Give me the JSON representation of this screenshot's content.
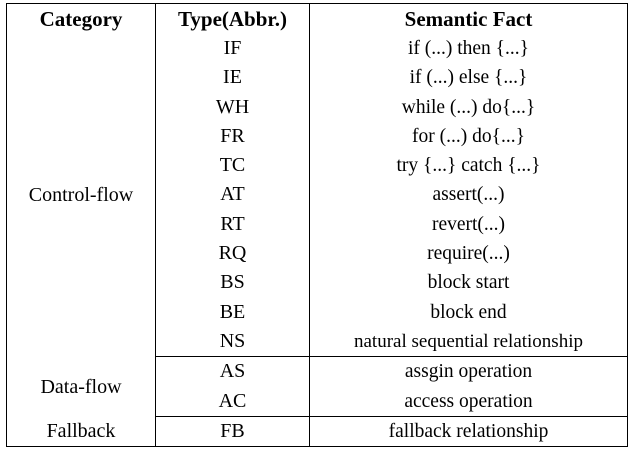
{
  "table": {
    "columns": [
      {
        "id": "category",
        "header": "Category"
      },
      {
        "id": "type",
        "header": "Type(Abbr.)"
      },
      {
        "id": "fact",
        "header": "Semantic Fact"
      }
    ],
    "groups": [
      {
        "category": "Control-flow",
        "rows": [
          {
            "type": "IF",
            "fact": "if (...) then {...}"
          },
          {
            "type": "IE",
            "fact": "if (...) else {...}"
          },
          {
            "type": "WH",
            "fact": "while (...) do{...}"
          },
          {
            "type": "FR",
            "fact": "for (...) do{...}"
          },
          {
            "type": "TC",
            "fact": "try {...} catch {...}"
          },
          {
            "type": "AT",
            "fact": "assert(...)"
          },
          {
            "type": "RT",
            "fact": "revert(...)"
          },
          {
            "type": "RQ",
            "fact": "require(...)"
          },
          {
            "type": "BS",
            "fact": "block start"
          },
          {
            "type": "BE",
            "fact": "block end"
          },
          {
            "type": "NS",
            "fact": "natural sequential relationship"
          }
        ]
      },
      {
        "category": "Data-flow",
        "rows": [
          {
            "type": "AS",
            "fact": "assgin operation"
          },
          {
            "type": "AC",
            "fact": "access operation"
          }
        ]
      },
      {
        "category": "Fallback",
        "rows": [
          {
            "type": "FB",
            "fact": "fallback relationship"
          }
        ]
      }
    ]
  },
  "style": {
    "rule_color": "#000000",
    "text_color": "#000000",
    "background": "#ffffff"
  }
}
